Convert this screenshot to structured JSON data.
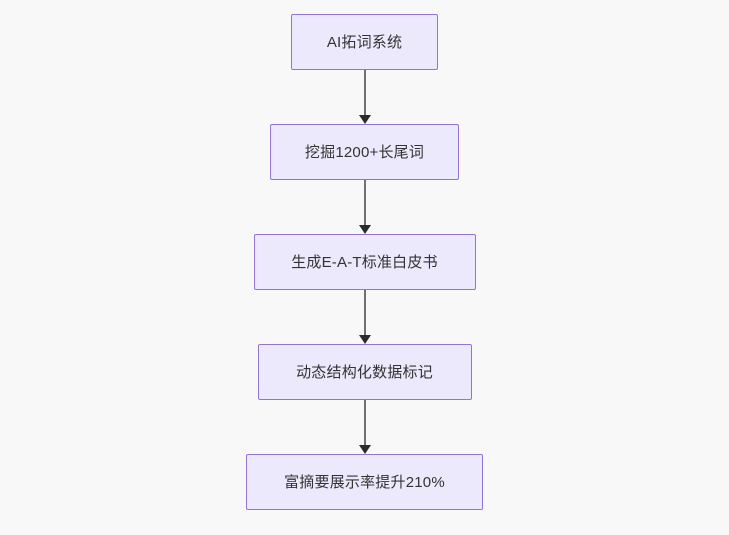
{
  "diagram": {
    "title": "AI SEO content pipeline flowchart",
    "orientation": "top-to-bottom",
    "background_color": "#f8f8f9",
    "node_fill_color": "#ece9fc",
    "node_border_color": "#9573d1",
    "node_text_color": "#333333",
    "connector_line_color": "#707070",
    "connector_arrow_color": "#2b2b2b",
    "nodes": [
      {
        "id": "n0",
        "label": "AI拓词系统"
      },
      {
        "id": "n1",
        "label": "挖掘1200+长尾词"
      },
      {
        "id": "n2",
        "label": "生成E-A-T标准白皮书"
      },
      {
        "id": "n3",
        "label": "动态结构化数据标记"
      },
      {
        "id": "n4",
        "label": "富摘要展示率提升210%"
      }
    ],
    "edges": [
      {
        "from": "n0",
        "to": "n1",
        "label": ""
      },
      {
        "from": "n1",
        "to": "n2",
        "label": ""
      },
      {
        "from": "n2",
        "to": "n3",
        "label": ""
      },
      {
        "from": "n3",
        "to": "n4",
        "label": ""
      }
    ]
  }
}
